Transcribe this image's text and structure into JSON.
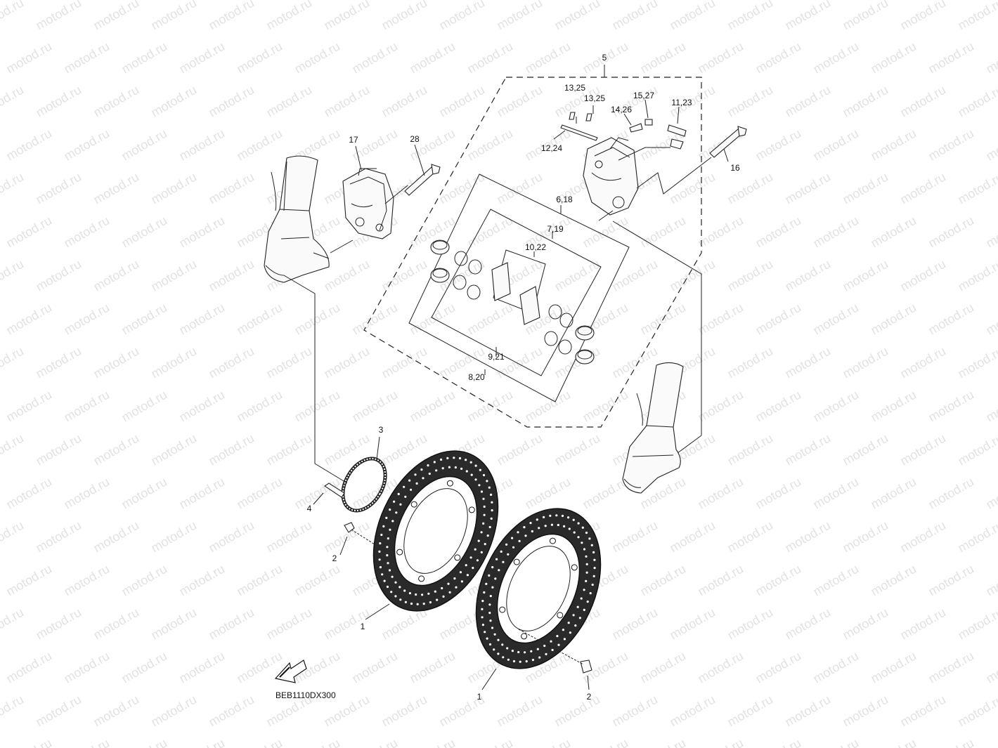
{
  "watermark": "motod.ru",
  "diagram_code": "BEB1110DX300",
  "callouts": {
    "c1a": "1",
    "c1b": "1",
    "c2a": "2",
    "c2b": "2",
    "c3": "3",
    "c4": "4",
    "c5": "5",
    "c16": "16",
    "c17": "17",
    "c28": "28",
    "c12_24": "12,24",
    "c13_25a": "13,25",
    "c13_25b": "13,25",
    "c14_26": "14,26",
    "c15_27": "15,27",
    "c11_23": "11,23",
    "c6_18": "6,18",
    "c7_19": "7,19",
    "c10_22": "10,22",
    "c9_21": "9,21",
    "c8_20": "8,20"
  }
}
